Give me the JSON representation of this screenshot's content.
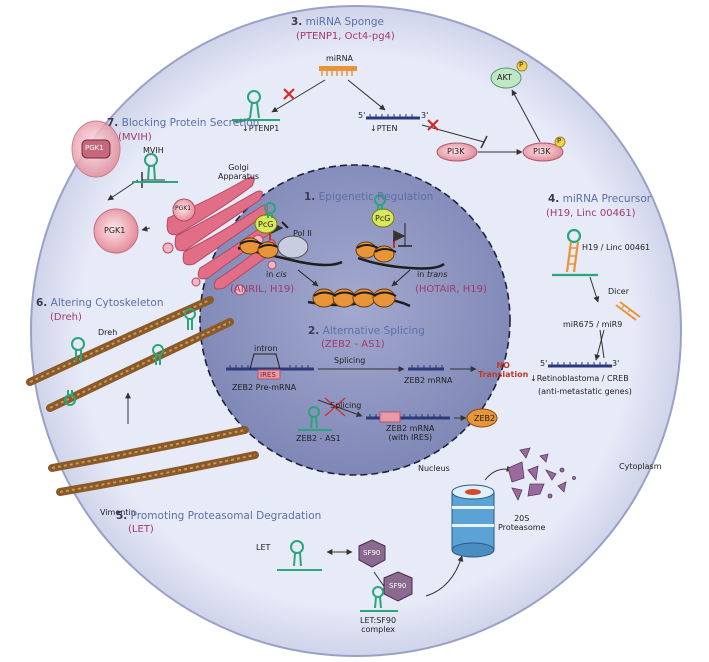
{
  "sections": {
    "mirna_sponge": {
      "num": "3.",
      "title": "miRNA Sponge",
      "sub": "(PTENP1, Oct4-pg4)"
    },
    "blocking": {
      "num": "7.",
      "title": "Blocking Protein Secretion",
      "sub": "(MVIH)"
    },
    "epigenetic": {
      "num": "1.",
      "title": "Epigenetic Regulation"
    },
    "precursor": {
      "num": "4.",
      "title": "miRNA Precursor",
      "sub": "(H19, Linc 00461)"
    },
    "cytoskeleton": {
      "num": "6.",
      "title": "Altering Cytoskeleton",
      "sub": "(Dreh)"
    },
    "splicing": {
      "num": "2.",
      "title": "Alternative Splicing",
      "sub": "(ZEB2 - AS1)"
    },
    "proteasomal": {
      "num": "5.",
      "title": "Promoting Proteasomal Degradation",
      "sub": "(LET)"
    }
  },
  "labels": {
    "mirna": "miRNA",
    "ptenp1": "PTENP1",
    "pten": "PTEN",
    "pi3k_a": "PI3K",
    "pi3k_b": "PI3K",
    "akt": "AKT",
    "p1": "P",
    "p2": "P",
    "five_prime_a": "5'",
    "three_prime_a": "3'",
    "mvih": "MVIH",
    "golgi": "Golgi\nApparatus",
    "pgk1_a": "PGK1",
    "pgk1_b": "PGK1",
    "pgk1_c": "PGK1",
    "pcg_a": "PcG",
    "pcg_b": "PcG",
    "pol2": "Pol II",
    "in_cis_pre": "in ",
    "in_cis_it": "cis",
    "in_trans_pre": "in ",
    "in_trans_it": "trans",
    "anril": "(ANRIL, H19)",
    "hotair": "(HOTAIR, H19)",
    "h19_linc": "H19 / Linc 00461",
    "dicer": "Dicer",
    "mir675": "miR675 / miR9",
    "rb_creb": "Retinoblastoma / CREB",
    "anti_meta": "(anti-metastatic genes)",
    "dreh": "Dreh",
    "vimentin": "Vimentin",
    "intron": "intron",
    "ires": "IRES",
    "zeb2_pre": "ZEB2 Pre-mRNA",
    "splicing_a": "Splicing",
    "splicing_b": "Splicing",
    "zeb2_mrna": "ZEB2 mRNA",
    "no_trans": "NO\nTranslation",
    "zeb2_as1": "ZEB2 - AS1",
    "zeb2_mrna_ires": "ZEB2 mRNA\n(with IRES)",
    "zeb2": "ZEB2",
    "nucleus": "Nucleus",
    "cytoplasm": "Cytoplasm",
    "let": "LET",
    "sf90_a": "SF90",
    "sf90_b": "SF90",
    "let_complex": "LET:SF90\ncomplex",
    "proteasome": "20S\nProteasome"
  },
  "colors": {
    "cell": "#e5e8f6",
    "nucleus": "#8c93bf",
    "title_blue": "#5b6fa8",
    "sub_red": "#a23a6a",
    "rna_green": "#2aa67a",
    "pink": "#e99aa6",
    "orange": "#e8953a"
  }
}
